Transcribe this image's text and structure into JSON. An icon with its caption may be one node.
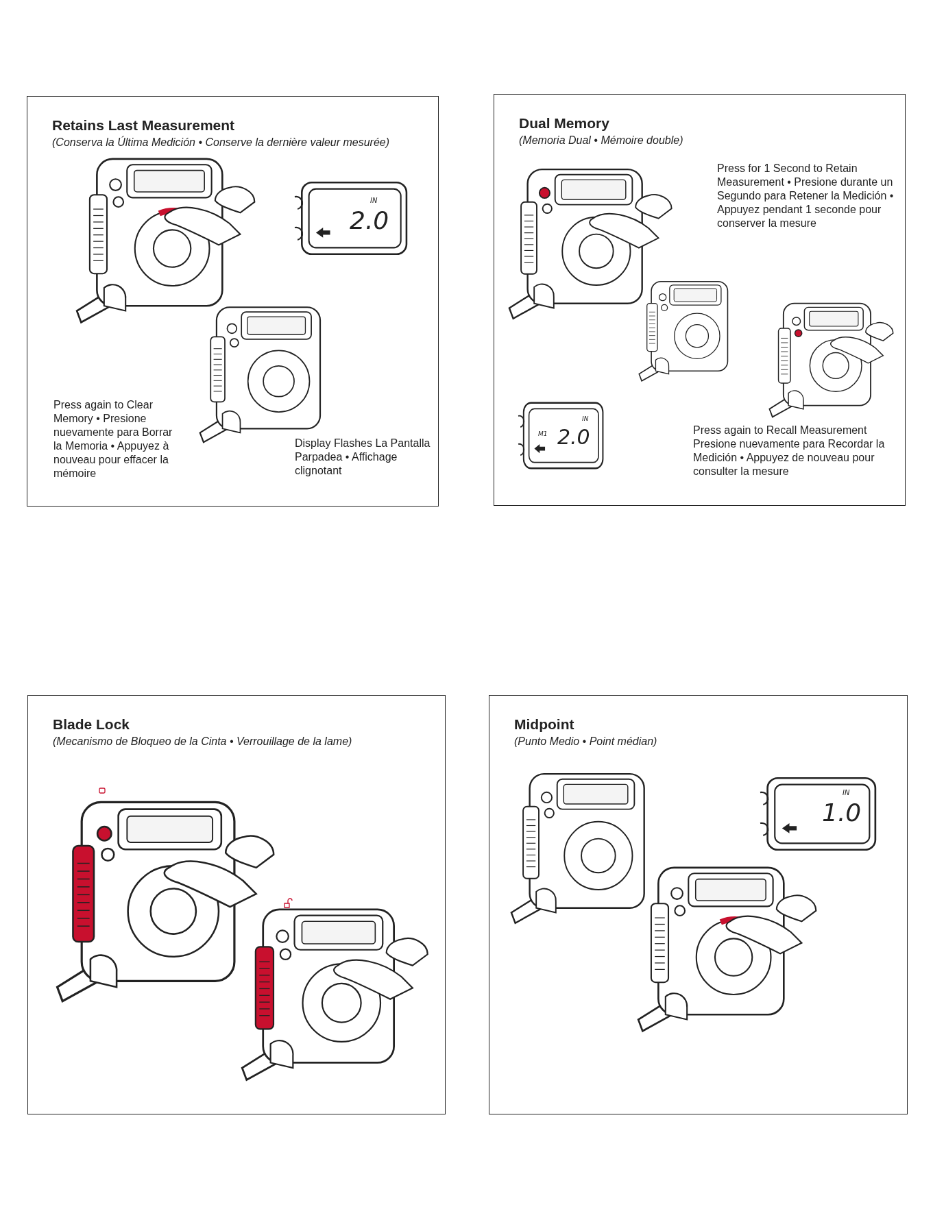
{
  "diagram": {
    "nodes": [
      {
        "text": [
          "Retains Last Measurement",
          "(Conserva la Última Medición • Conserve la dernière valeur mesurée)"
        ]
      },
      {
        "text": [
          "Dual Memory",
          "(Memoria Dual • Mémoire double)"
        ]
      },
      {
        "text": [
          "Blade Lock",
          "(Mecanismo de Bloqueo de la Cinta • Verrouillage de la lame)"
        ]
      },
      {
        "text": [
          "Midpoint",
          "(Punto Medio • Point médian)"
        ]
      }
    ],
    "labels": [
      "Press again to Clear Memory • Presione nuevamente para Borrar la Memoria  • Appuyez à nouveau pour effacer la mémoire",
      "Display Flashes La Pantalla Parpadea • Affichage clignotant",
      "IN",
      "2.0",
      "Press for 1 Second to Retain Measurement • Presione durante un Segundo para Retener la Medición •  Appuyez pendant 1 seconde pour conserver la mesure",
      "M1",
      "2.0",
      "IN",
      "Press again to Recall Measurement Presione nuevamente para Recordar la Medición •  Appuyez de nouveau pour consulter la mesure",
      "IN",
      "1.0"
    ]
  }
}
